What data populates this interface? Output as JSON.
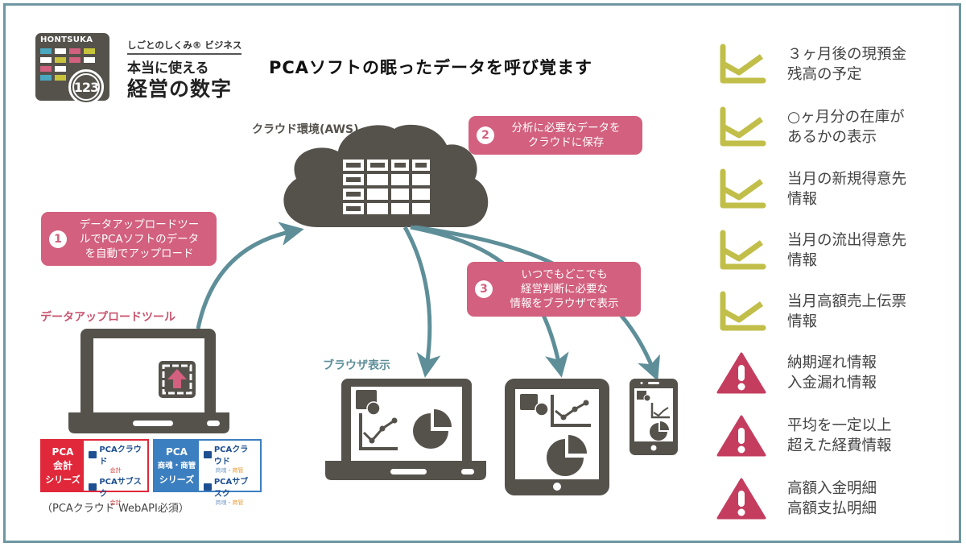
{
  "logo": {
    "brand": "HONTSUKA",
    "badge_number": "123",
    "tagline": "しごとのしくみ® ビジネス",
    "subtitle": "本当に使える",
    "title": "経営の数字",
    "cell_colors": [
      "#4aa8c0",
      "#ffffff",
      "#d2607e",
      "#c7c43c",
      "#ffffff",
      "#c7c43c",
      "#d2607e",
      "#ffffff",
      "#d2607e",
      "#ffffff",
      "#4aa8c0",
      "#c7c43c"
    ]
  },
  "title": "PCAソフトの眠ったデータを呼び覚ます",
  "cloud": {
    "label": "クラウド環境(AWS)"
  },
  "steps": [
    {
      "number": "1",
      "text": "データアップロードツールでPCAソフトのデータを自動でアップロード",
      "lines": [
        "データアップロードツー",
        "ルでPCAソフトのデータ",
        "を自動でアップロード"
      ]
    },
    {
      "number": "2",
      "text": "分析に必要なデータをクラウドに保存",
      "lines": [
        "分析に必要なデータを",
        "クラウドに保存"
      ]
    },
    {
      "number": "3",
      "text": "いつでもどこでも経営判断に必要な情報をブラウザで表示",
      "lines": [
        "いつでもどこでも",
        "経営判断に必要な",
        "情報をブラウザで表示"
      ]
    }
  ],
  "upload_tool": {
    "label": "データアップロードツール"
  },
  "browser": {
    "label": "ブラウザ表示"
  },
  "series": [
    {
      "title_lines": [
        "PCA",
        "会計",
        "シリーズ"
      ],
      "color": "#e0283a",
      "products": [
        {
          "name": "PCAクラウド",
          "sub": "会計"
        },
        {
          "name": "PCAサブスク",
          "sub": "会計"
        }
      ]
    },
    {
      "title_lines": [
        "PCA",
        "商魂・商管",
        "シリーズ"
      ],
      "color": "#3b7fc0",
      "products": [
        {
          "name": "PCAクラウド",
          "sub_a": "商魂・",
          "sub_b": "商管"
        },
        {
          "name": "PCAサブスク",
          "sub_a": "商魂・",
          "sub_b": "商管"
        }
      ]
    }
  ],
  "api_note": "（PCAクラウド WebAPI必須）",
  "features": [
    {
      "icon": "chart-line-icon",
      "text": "３ヶ月後の現預金\n残高の予定"
    },
    {
      "icon": "chart-line-icon",
      "text": "○ヶ月分の在庫が\nあるかの表示"
    },
    {
      "icon": "chart-line-icon",
      "text": "当月の新規得意先\n情報"
    },
    {
      "icon": "chart-line-icon",
      "text": "当月の流出得意先\n情報"
    },
    {
      "icon": "chart-line-icon",
      "text": "当月高額売上伝票\n情報"
    },
    {
      "icon": "warning-icon",
      "text": "納期遅れ情報\n入金漏れ情報"
    },
    {
      "icon": "warning-icon",
      "text": "平均を一定以上\n超えた経費情報"
    },
    {
      "icon": "warning-icon",
      "text": "高額入金明細\n高額支払明細"
    }
  ],
  "colors": {
    "frame": "#6e97a2",
    "device": "#55524c",
    "arrow": "#5e8f99",
    "step": "#d2607e",
    "chart_icon": "#c1bf4a",
    "warning_icon": "#c43d5f"
  }
}
